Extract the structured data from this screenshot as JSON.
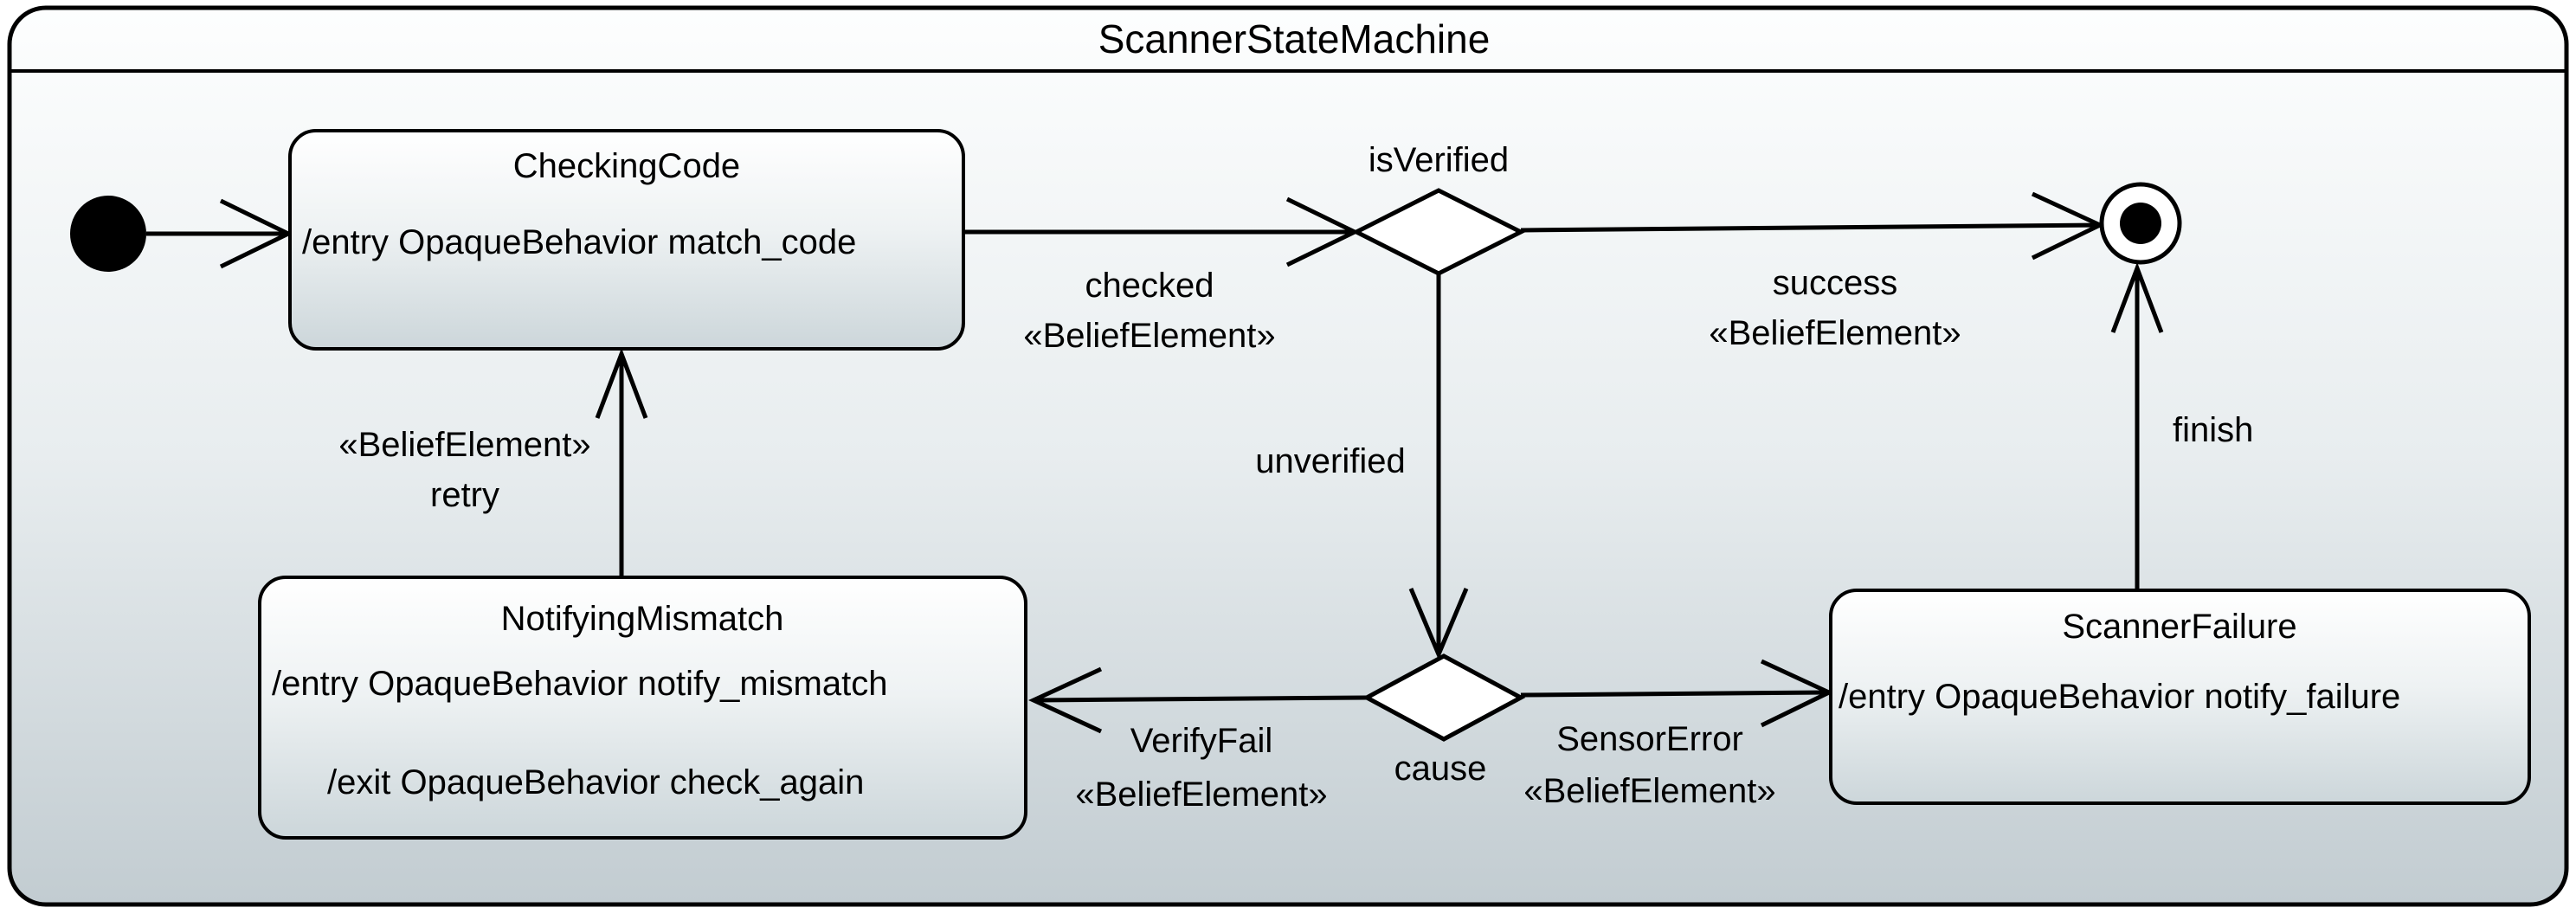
{
  "title": "ScannerStateMachine",
  "colors": {
    "frame_bg_top": "#fdfefe",
    "frame_bg_mid": "#e8edef",
    "frame_bg_bottom": "#c2ccd1",
    "state_bg_top": "#ffffff",
    "state_bg_mid": "#eef2f3",
    "state_bg_bottom": "#ccd6da",
    "stroke": "#000000"
  },
  "nodes": {
    "checking_code": {
      "title": "CheckingCode",
      "entry": "/entry OpaqueBehavior match_code"
    },
    "notifying_mismatch": {
      "title": "NotifyingMismatch",
      "entry": "/entry OpaqueBehavior notify_mismatch",
      "exit": "/exit OpaqueBehavior check_again"
    },
    "scanner_failure": {
      "title": "ScannerFailure",
      "entry": "/entry OpaqueBehavior notify_failure"
    },
    "choice_is_verified": {
      "label": "isVerified"
    },
    "choice_cause": {
      "label": "cause"
    }
  },
  "transitions": {
    "checked": {
      "line1": "checked",
      "line2": "«BeliefElement»"
    },
    "success": {
      "line1": "success",
      "line2": "«BeliefElement»"
    },
    "unverified": {
      "label": "unverified"
    },
    "retry": {
      "line1": "«BeliefElement»",
      "line2": "retry"
    },
    "verify_fail": {
      "line1": "VerifyFail",
      "line2": "«BeliefElement»"
    },
    "sensor_error": {
      "line1": "SensorError",
      "line2": "«BeliefElement»"
    },
    "finish": {
      "label": "finish"
    }
  }
}
